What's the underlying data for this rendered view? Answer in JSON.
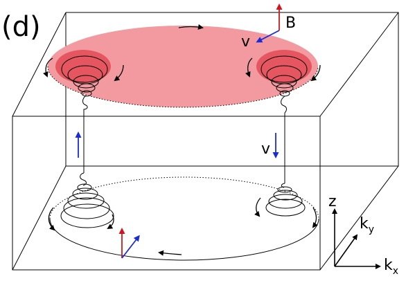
{
  "panel_label": "(d)",
  "labels": {
    "B": "B",
    "v_top": "v",
    "v_right": "v",
    "axis_z": "z",
    "axis_k": "k",
    "axis_ky_sub": "y",
    "axis_kx_sub": "x"
  },
  "colors": {
    "surface_fill": "#f29a9f",
    "vortex_core": "#e44a55",
    "vector_B": "#d0161c",
    "vector_v": "#1a2bd8",
    "lines": "#000000"
  }
}
